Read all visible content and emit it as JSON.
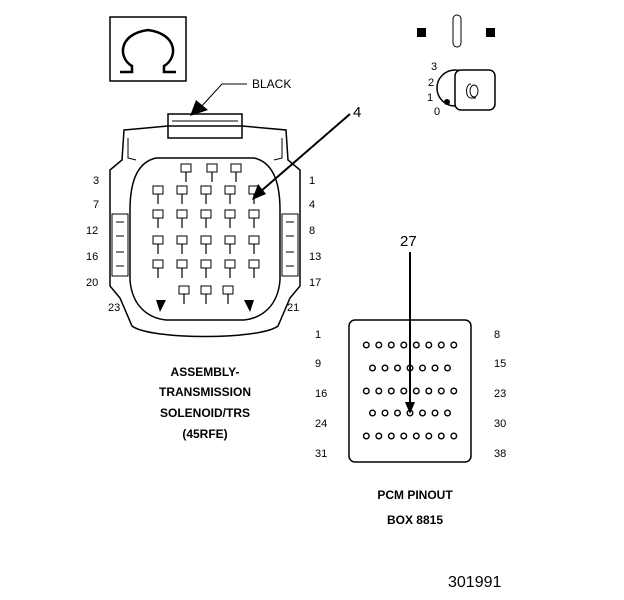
{
  "connector": {
    "color_label": "BLACK",
    "callout_pin": "4",
    "pin_labels_left": [
      "3",
      "7",
      "12",
      "16",
      "20",
      "23"
    ],
    "pin_labels_right": [
      "1",
      "4",
      "8",
      "13",
      "17",
      "21"
    ],
    "caption": [
      "ASSEMBLY-",
      "TRANSMISSION",
      "SOLENOID/TRS",
      "(45RFE)"
    ]
  },
  "ignition": {
    "positions": [
      "3",
      "2",
      "1",
      "0"
    ]
  },
  "pcm": {
    "callout_pin": "27",
    "row_labels_left": [
      "1",
      "9",
      "16",
      "24",
      "31"
    ],
    "row_labels_right": [
      "8",
      "15",
      "23",
      "30",
      "38"
    ],
    "caption": [
      "PCM PINOUT",
      "BOX 8815"
    ]
  },
  "figure_number": "301991"
}
